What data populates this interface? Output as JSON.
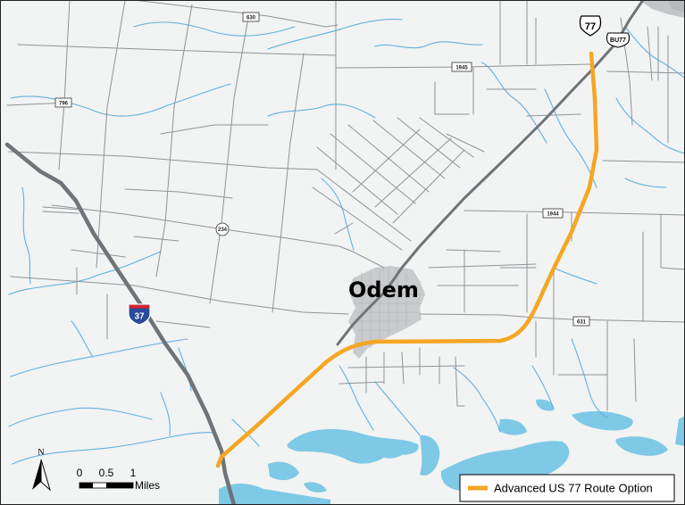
{
  "map": {
    "town_label": "Odem",
    "colors": {
      "background": "#f2f3f3",
      "water": "#7ec9e6",
      "stream": "#5fb2df",
      "local_road": "#8f9498",
      "highway": "#6f7478",
      "route_option": "#f5a623",
      "urban": "#c9cbcd"
    },
    "road_labels": {
      "fm630": "630",
      "fm796": "796",
      "fm1945": "1945",
      "fm234": "234",
      "fm1944": "1944",
      "fm631": "631"
    },
    "highway_shields": {
      "interstate": "37",
      "us_route": "77",
      "business_route": "BU77"
    },
    "north_arrow_label": "N",
    "scale_bar": {
      "ticks": [
        "0",
        "0.5",
        "1"
      ],
      "unit": "Miles"
    },
    "legend": {
      "items": [
        {
          "label": "Advanced US 77 Route Option",
          "color": "#f5a623"
        }
      ]
    }
  }
}
